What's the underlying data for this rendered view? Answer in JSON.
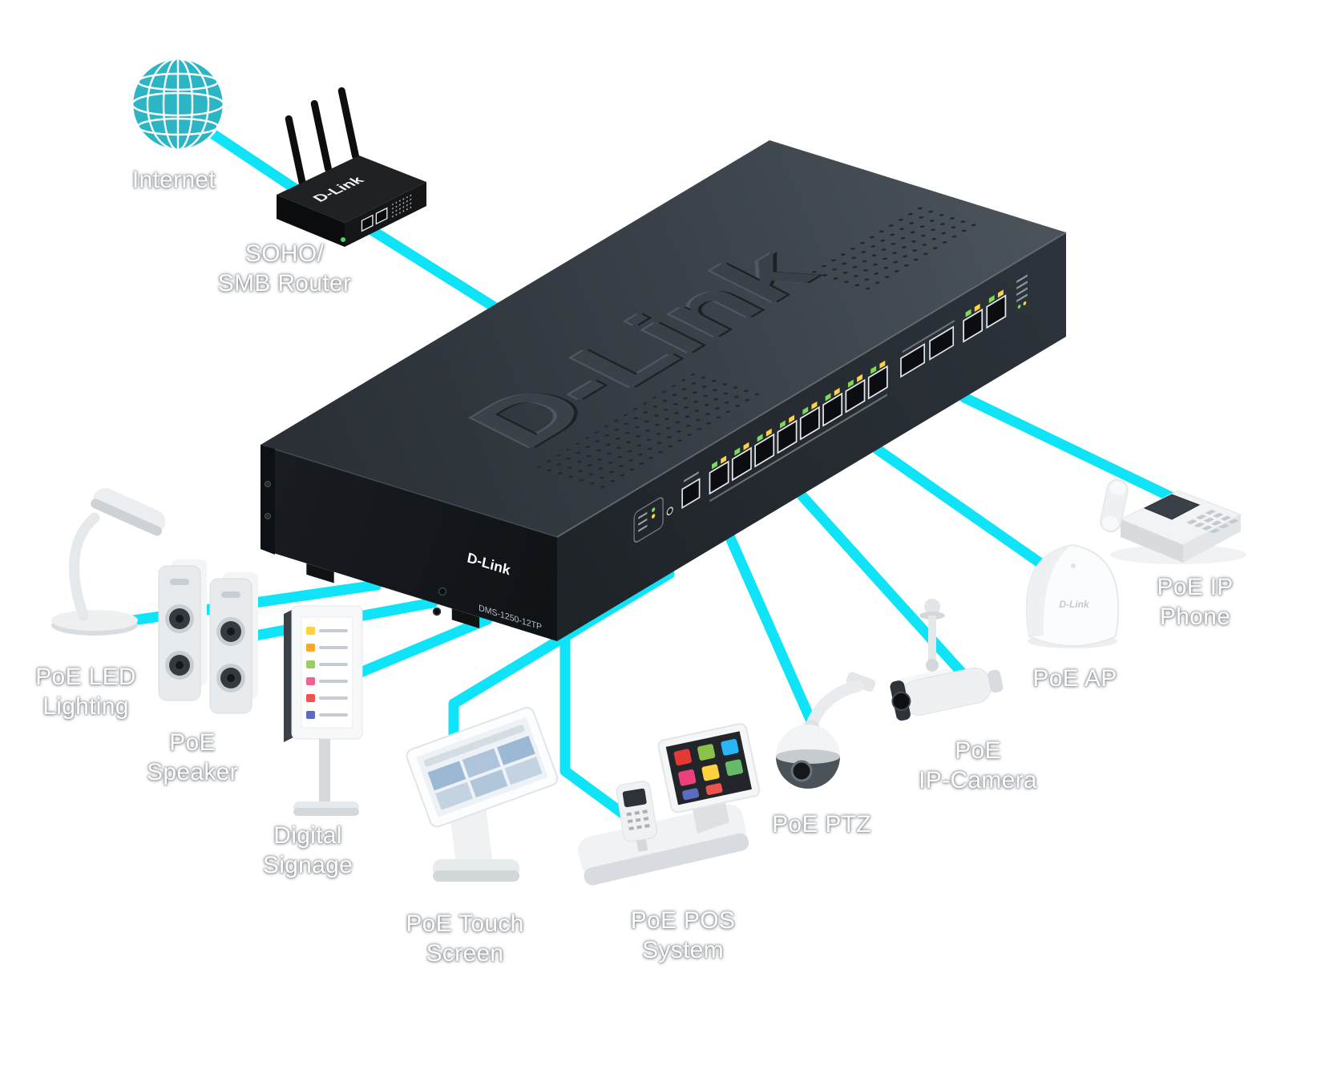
{
  "diagram": {
    "type": "network-topology",
    "labels": {
      "internet": "Internet",
      "router": "SOHO/\nSMB Router",
      "led_lighting": "PoE LED\nLighting",
      "speaker": "PoE\nSpeaker",
      "signage": "Digital\nSignage",
      "touch_screen": "PoE Touch\nScreen",
      "pos": "PoE POS\nSystem",
      "ptz": "PoE PTZ",
      "ip_camera": "PoE\nIP-Camera",
      "ap": "PoE AP",
      "phone": "PoE IP\nPhone"
    },
    "switch": {
      "logo": "D-Link",
      "brand": "D-Link",
      "model": "DMS-1250-12TP"
    },
    "router": {
      "brand": "D-Link"
    },
    "ap": {
      "brand": "D-Link"
    },
    "colors": {
      "connection": "#0fe3f8",
      "globe": "#2cb5c4",
      "switch_body": "#30363c",
      "led_green": "#7ed957",
      "led_yellow": "#ffd23e"
    },
    "edges": [
      [
        "internet",
        "router"
      ],
      [
        "router",
        "switch"
      ],
      [
        "switch",
        "led_lighting"
      ],
      [
        "switch",
        "speaker"
      ],
      [
        "switch",
        "signage"
      ],
      [
        "switch",
        "touch_screen"
      ],
      [
        "switch",
        "pos"
      ],
      [
        "switch",
        "ptz"
      ],
      [
        "switch",
        "ip_camera"
      ],
      [
        "switch",
        "ap"
      ],
      [
        "switch",
        "phone"
      ]
    ]
  }
}
